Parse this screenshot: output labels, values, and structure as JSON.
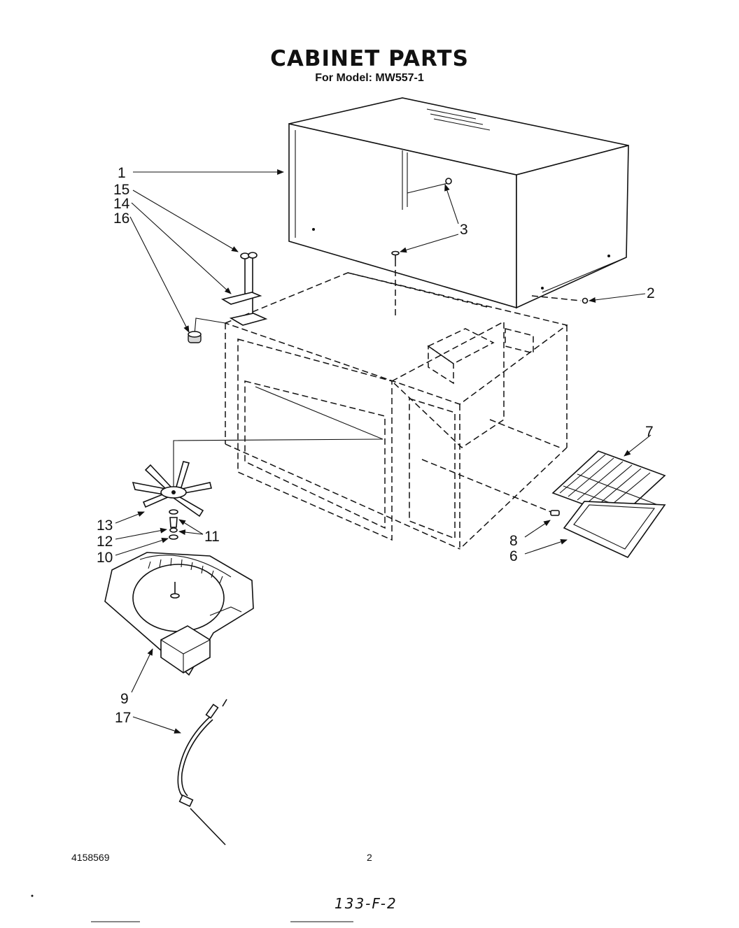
{
  "header": {
    "title": "CABINET PARTS",
    "subtitle": "For Model: MW557-1"
  },
  "footer": {
    "document_number": "4158569",
    "page_number": "2",
    "handwritten_note": "133-F-2"
  },
  "callouts": [
    "1",
    "15",
    "14",
    "16",
    "3",
    "2",
    "7",
    "13",
    "12",
    "11",
    "10",
    "8",
    "6",
    "9",
    "17"
  ]
}
